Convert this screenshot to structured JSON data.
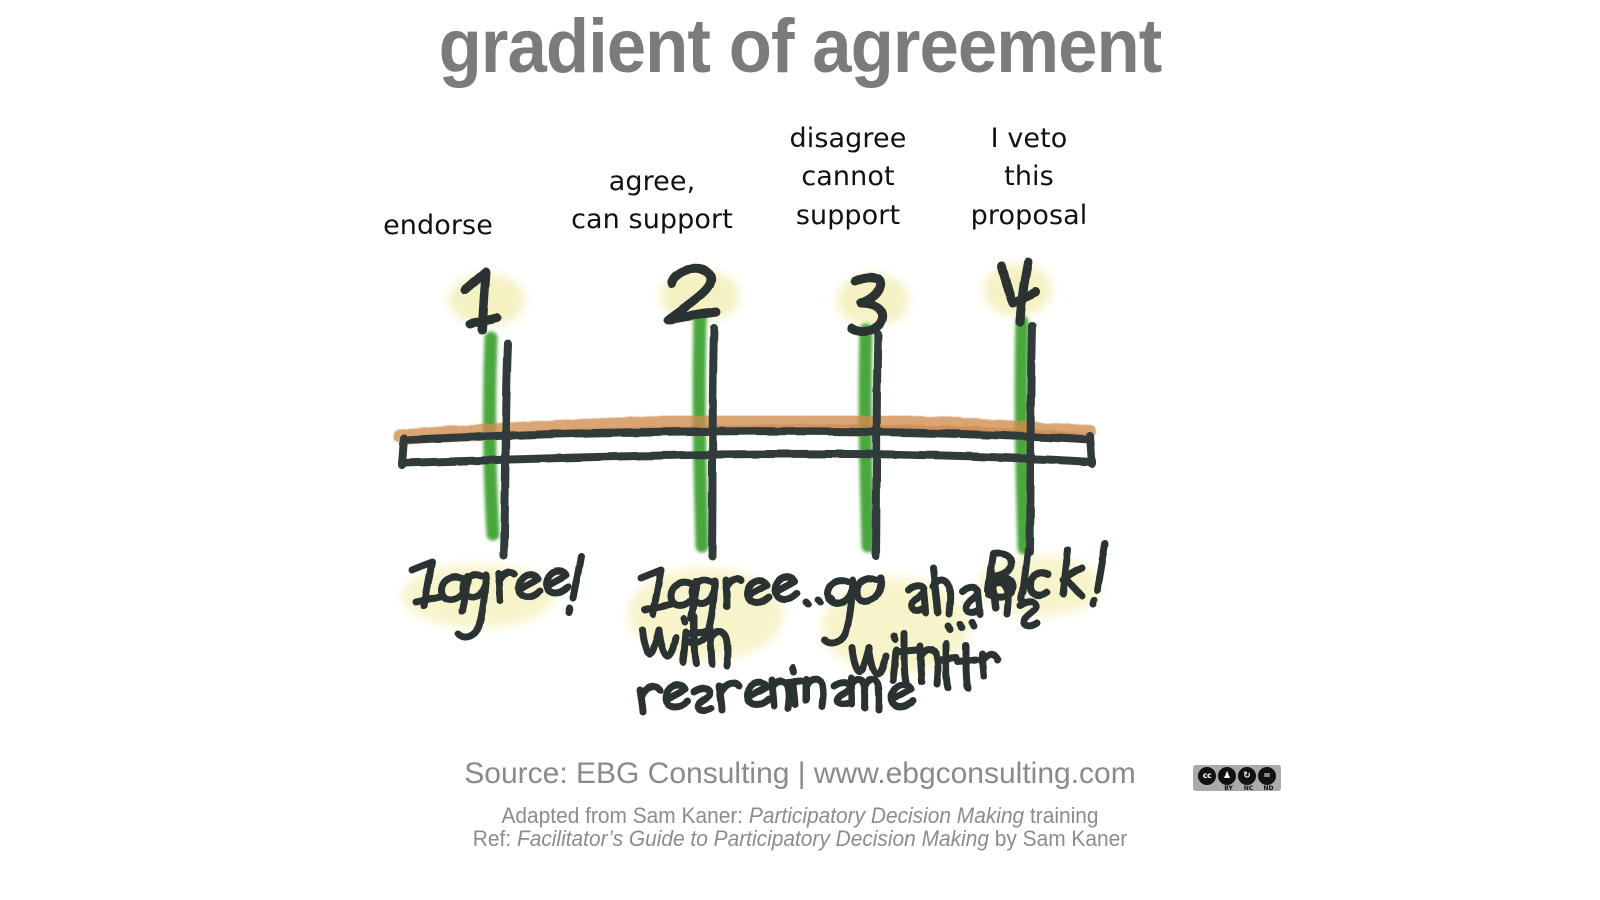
{
  "title": "gradient of agreement",
  "columns": [
    {
      "number": "1",
      "label_lines": [
        "endorse"
      ],
      "handwriting": "I agree!"
    },
    {
      "number": "2",
      "label_lines": [
        "agree,",
        "can support"
      ],
      "handwriting": "I agree... with reservations"
    },
    {
      "number": "3",
      "label_lines": [
        "disagree",
        "cannot",
        "support"
      ],
      "handwriting": "go ahead... without me"
    },
    {
      "number": "4",
      "label_lines": [
        "I veto",
        "this",
        "proposal"
      ],
      "handwriting": "Block!"
    }
  ],
  "footer": {
    "source": "Source: EBG Consulting | www.ebgconsulting.com",
    "adapted_prefix": "Adapted from Sam Kaner: ",
    "adapted_italic": "Participatory Decision Making",
    "adapted_suffix": " training",
    "ref_prefix": "Ref: ",
    "ref_italic": "Facilitator’s Guide to Participatory Decision Making",
    "ref_suffix": " by Sam Kaner"
  },
  "cc_badge": {
    "mark": "cc",
    "icons": [
      "ⓘ",
      "↺",
      "=",
      ""
    ],
    "terms": [
      "BY",
      "NC",
      "ND"
    ]
  },
  "colors": {
    "title_gray": "#7b7b7b",
    "label_black": "#111111",
    "ink_black": "#333a3a",
    "highlighter_green": "#3aa02e",
    "highlighter_yellow": "#f5f2c0",
    "marker_orange": "#d08a4a",
    "footer_gray": "#8a8a8a",
    "background": "#ffffff"
  }
}
